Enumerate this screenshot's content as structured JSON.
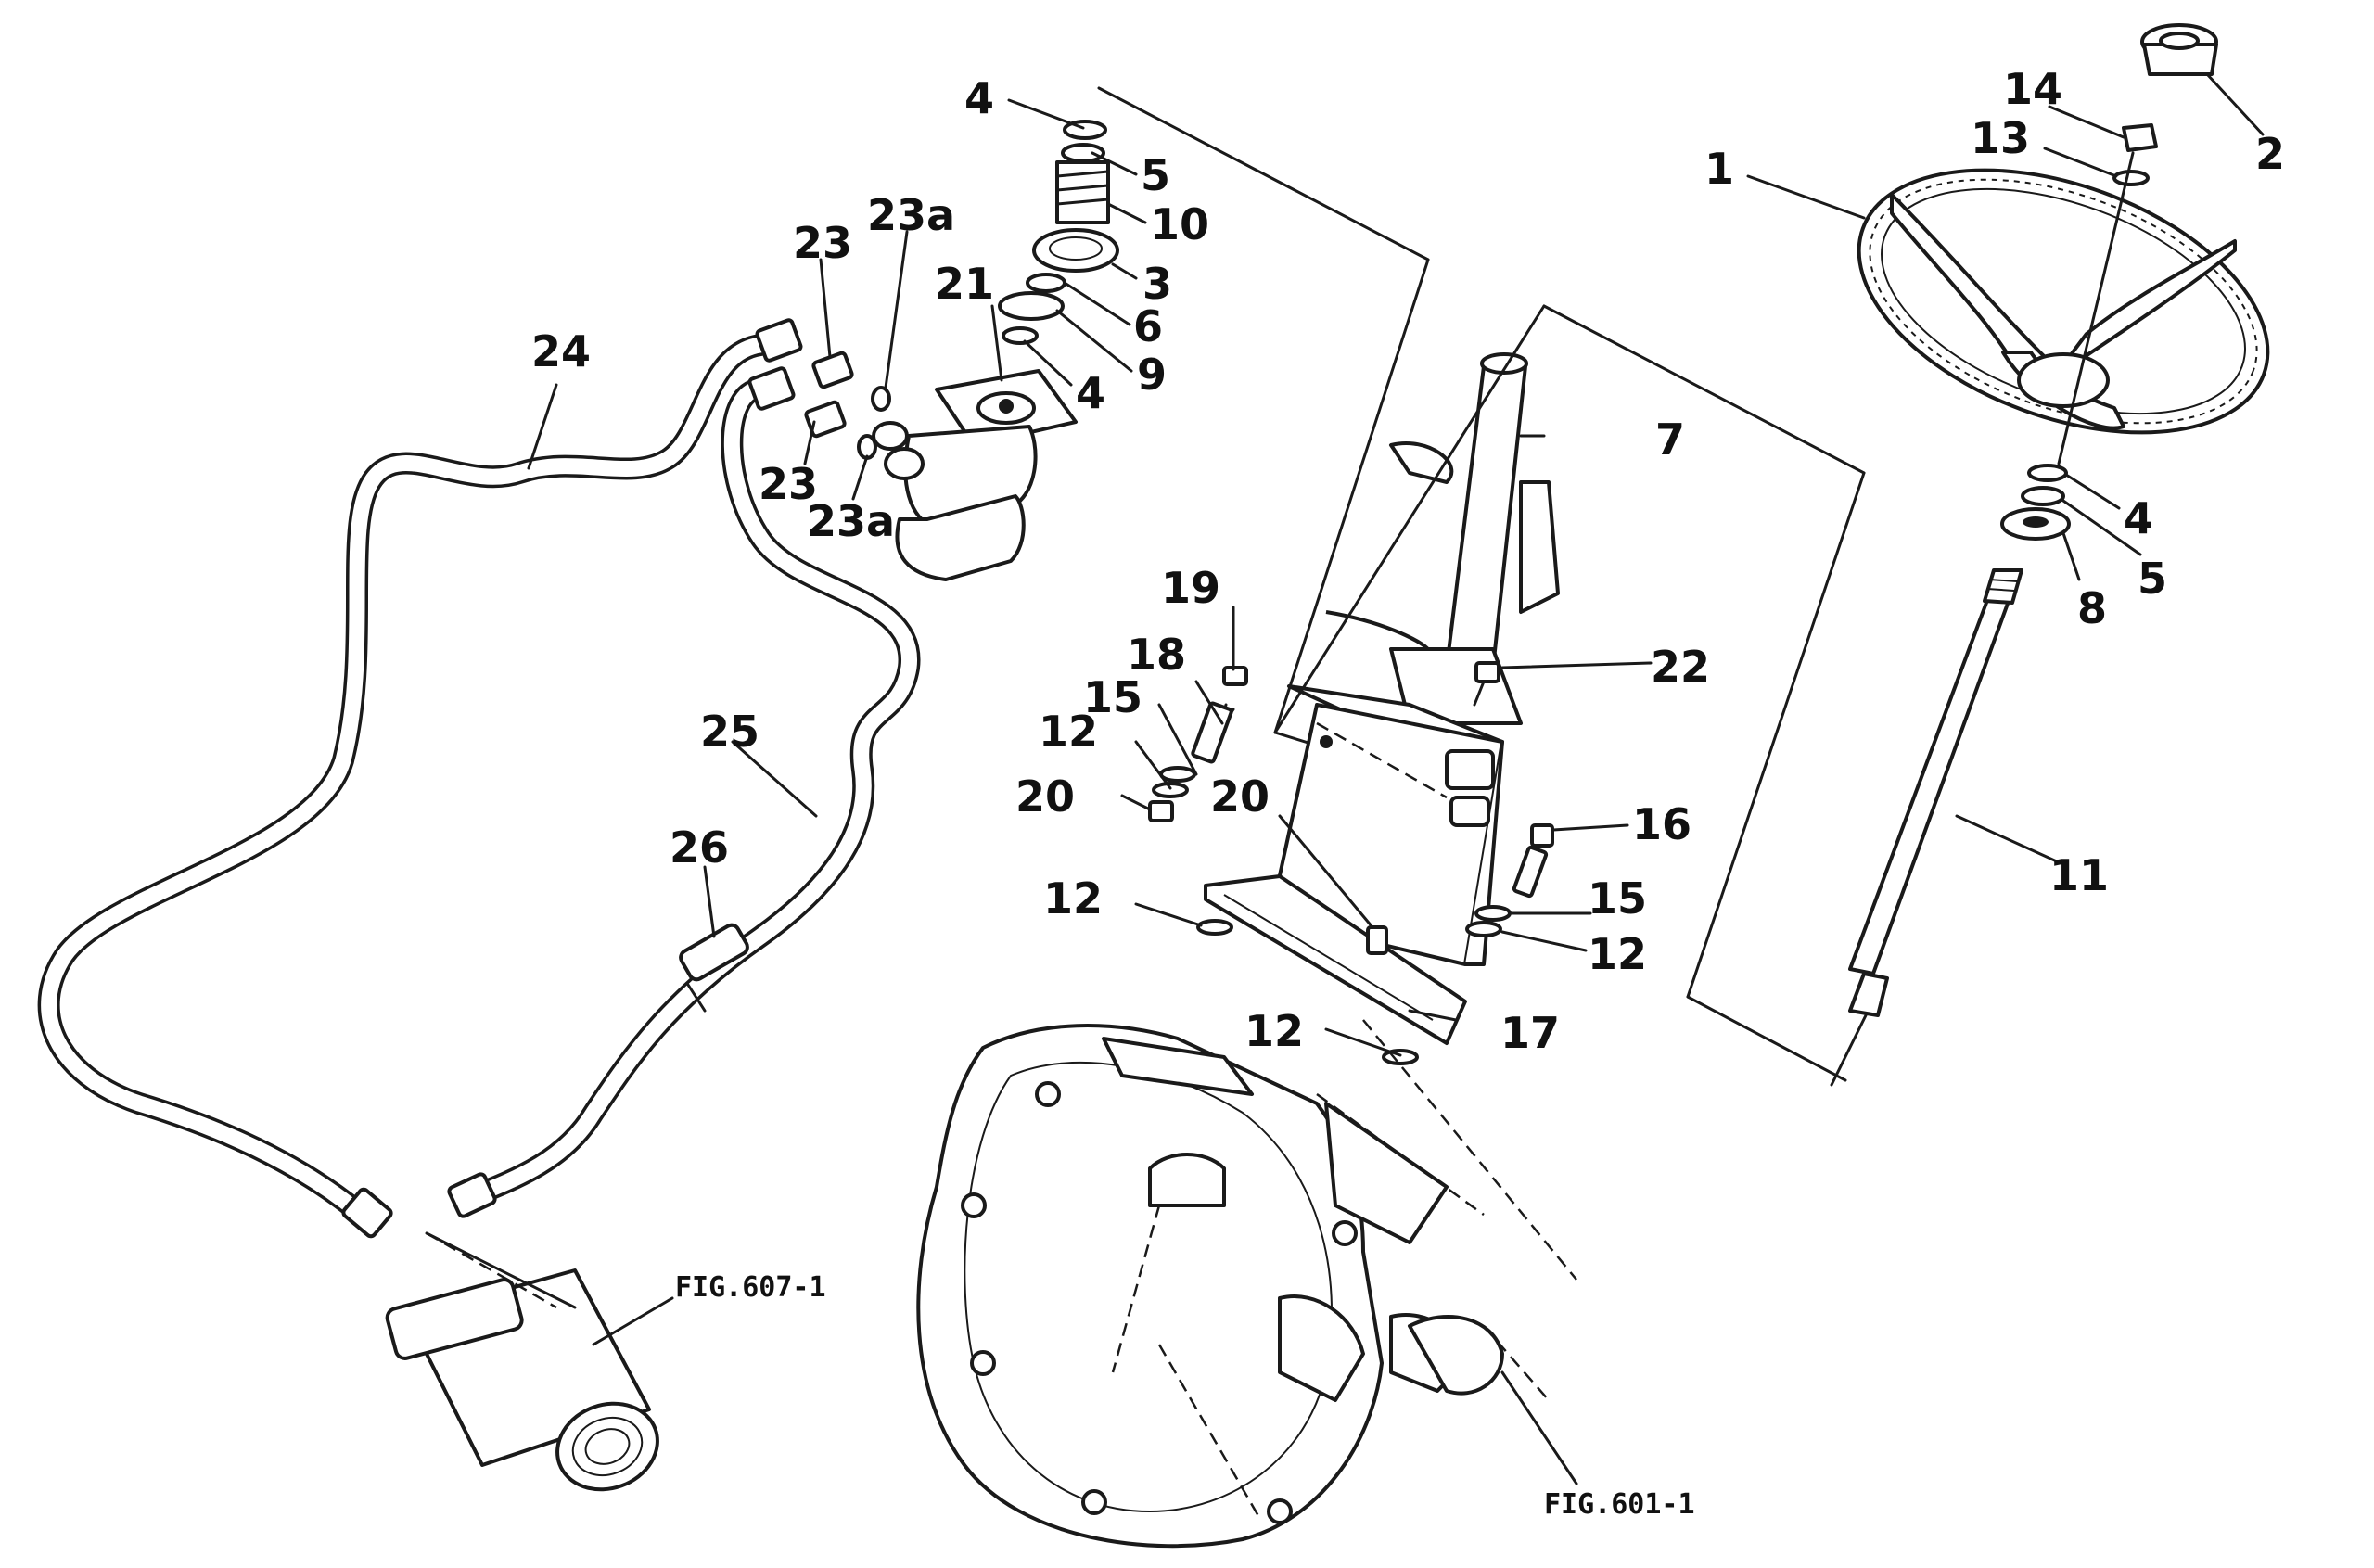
{
  "labels": [
    {
      "id": "1",
      "text": "1"
    },
    {
      "id": "2",
      "text": "2"
    },
    {
      "id": "3",
      "text": "3"
    },
    {
      "id": "4a",
      "text": "4"
    },
    {
      "id": "4b",
      "text": "4"
    },
    {
      "id": "4c",
      "text": "4"
    },
    {
      "id": "5a",
      "text": "5"
    },
    {
      "id": "5b",
      "text": "5"
    },
    {
      "id": "6",
      "text": "6"
    },
    {
      "id": "7",
      "text": "7"
    },
    {
      "id": "8",
      "text": "8"
    },
    {
      "id": "9",
      "text": "9"
    },
    {
      "id": "10",
      "text": "10"
    },
    {
      "id": "11",
      "text": "11"
    },
    {
      "id": "12a",
      "text": "12"
    },
    {
      "id": "12b",
      "text": "12"
    },
    {
      "id": "12c",
      "text": "12"
    },
    {
      "id": "12d",
      "text": "12"
    },
    {
      "id": "13",
      "text": "13"
    },
    {
      "id": "14",
      "text": "14"
    },
    {
      "id": "15a",
      "text": "15"
    },
    {
      "id": "15b",
      "text": "15"
    },
    {
      "id": "16",
      "text": "16"
    },
    {
      "id": "17",
      "text": "17"
    },
    {
      "id": "18",
      "text": "18"
    },
    {
      "id": "19",
      "text": "19"
    },
    {
      "id": "20a",
      "text": "20"
    },
    {
      "id": "20b",
      "text": "20"
    },
    {
      "id": "21",
      "text": "21"
    },
    {
      "id": "22",
      "text": "22"
    },
    {
      "id": "23a",
      "text": "23"
    },
    {
      "id": "23b",
      "text": "23"
    },
    {
      "id": "23aa",
      "text": "23a"
    },
    {
      "id": "23ab",
      "text": "23a"
    },
    {
      "id": "24",
      "text": "24"
    },
    {
      "id": "25",
      "text": "25"
    },
    {
      "id": "26",
      "text": "26"
    }
  ],
  "figure_refs": {
    "fig607": "FIG.607-1",
    "fig601": "FIG.601-1"
  }
}
